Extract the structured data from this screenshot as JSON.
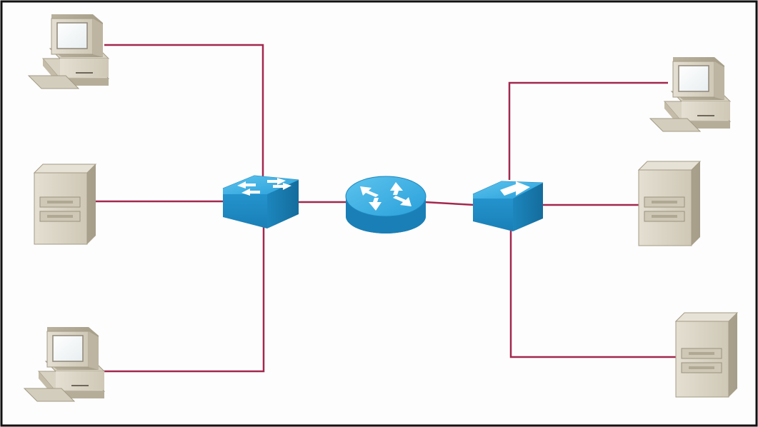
{
  "colors": {
    "background": "#fdfdfd",
    "frame": "#111111",
    "link": "#a3284e",
    "device_blue": "#29a6de",
    "device_blue_dark": "#177bb0",
    "workstation_beige": "#d9d3c4"
  },
  "diagram": {
    "topology": "network",
    "devices": [
      {
        "id": "pc-top-left",
        "type": "workstation",
        "icon": "computer-icon"
      },
      {
        "id": "server-mid-left",
        "type": "server",
        "icon": "server-icon"
      },
      {
        "id": "pc-bottom-left",
        "type": "workstation",
        "icon": "computer-icon"
      },
      {
        "id": "switch-left",
        "type": "switch",
        "icon": "switch-icon"
      },
      {
        "id": "router-center",
        "type": "router",
        "icon": "router-icon"
      },
      {
        "id": "bridge-right",
        "type": "bridge",
        "icon": "bridge-icon"
      },
      {
        "id": "pc-top-right",
        "type": "workstation",
        "icon": "computer-icon"
      },
      {
        "id": "server-mid-right",
        "type": "server",
        "icon": "server-icon"
      },
      {
        "id": "server-bottom-right",
        "type": "server",
        "icon": "server-icon"
      }
    ],
    "links": [
      {
        "from": "pc-top-left",
        "to": "switch-left"
      },
      {
        "from": "server-mid-left",
        "to": "switch-left"
      },
      {
        "from": "pc-bottom-left",
        "to": "switch-left"
      },
      {
        "from": "switch-left",
        "to": "router-center"
      },
      {
        "from": "router-center",
        "to": "bridge-right"
      },
      {
        "from": "bridge-right",
        "to": "pc-top-right"
      },
      {
        "from": "bridge-right",
        "to": "server-mid-right"
      },
      {
        "from": "bridge-right",
        "to": "server-bottom-right"
      }
    ]
  }
}
